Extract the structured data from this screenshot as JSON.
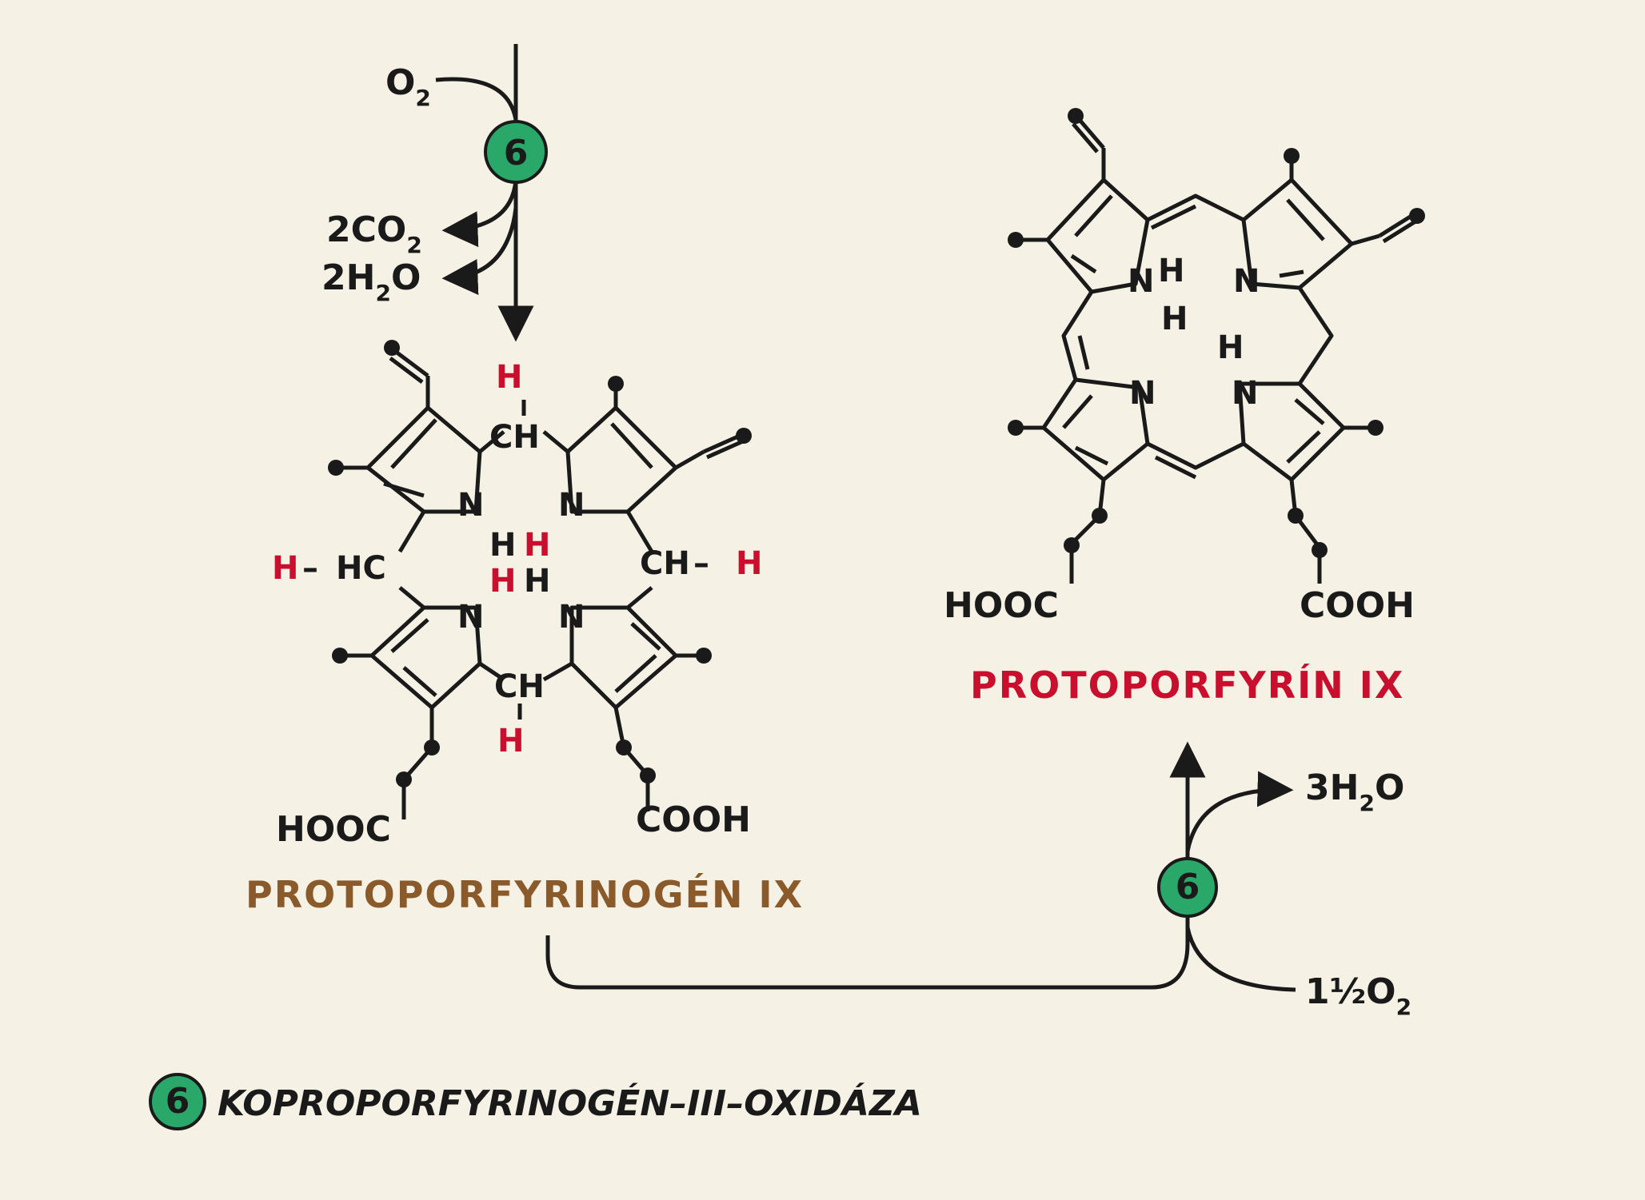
{
  "colors": {
    "ink": "#1a1a1a",
    "hydrogen_red": "#c8102e",
    "product_red": "#c8102e",
    "substrate_brown": "#8a5a2b",
    "enzyme_green": "#2aa86a",
    "background": "#f5f1e4"
  },
  "step1": {
    "enzyme_number": "6",
    "o2": "O",
    "o2_sub": "2",
    "co2_prefix": "2CO",
    "co2_sub": "2",
    "h2o_prefix": "2H",
    "h2o_sub": "2",
    "h2o_suffix": "O"
  },
  "substrate": {
    "name": "PROTOPORFYRINOGÉN IX",
    "left_acid": "HOOC",
    "right_acid": "COOH",
    "ch_top": "CH",
    "ch_bottom": "CH",
    "hc_left": "HC",
    "ch_right": "CH",
    "h": "H",
    "n": "N",
    "dash": "–"
  },
  "product": {
    "name": "PROTOPORFYRÍN IX",
    "left_acid": "HOOC",
    "right_acid": "COOH",
    "n": "N",
    "h": "H"
  },
  "step2": {
    "enzyme_number": "6",
    "h2o_prefix": "3H",
    "h2o_sub": "2",
    "h2o_suffix": "O",
    "o2_prefix": "1½O",
    "o2_sub": "2"
  },
  "legend": {
    "enzyme_number": "6",
    "enzyme_name": "KOPROPORFYRINOGÉN–III–OXIDÁZA"
  }
}
